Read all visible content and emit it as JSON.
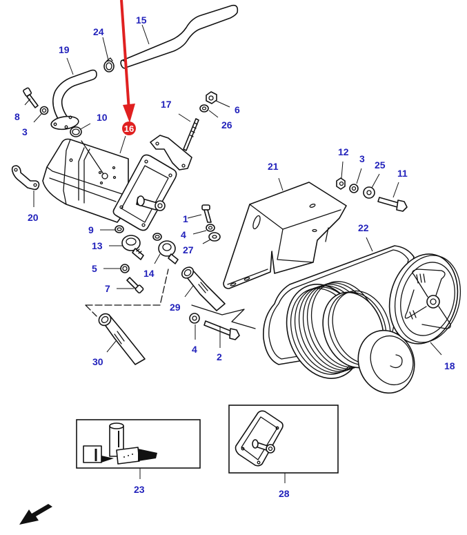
{
  "diagram": {
    "title": "Hydraulic pump assembly exploded view",
    "label_color": "#2222bb",
    "highlight_color": "#e02020",
    "highlighted_part": "16",
    "callouts": [
      {
        "id": "c1",
        "label": "1"
      },
      {
        "id": "c2",
        "label": "2"
      },
      {
        "id": "c3a",
        "label": "3"
      },
      {
        "id": "c3b",
        "label": "3"
      },
      {
        "id": "c4a",
        "label": "4"
      },
      {
        "id": "c4b",
        "label": "4"
      },
      {
        "id": "c5",
        "label": "5"
      },
      {
        "id": "c6",
        "label": "6"
      },
      {
        "id": "c7",
        "label": "7"
      },
      {
        "id": "c8",
        "label": "8"
      },
      {
        "id": "c9",
        "label": "9"
      },
      {
        "id": "c10",
        "label": "10"
      },
      {
        "id": "c11",
        "label": "11"
      },
      {
        "id": "c12",
        "label": "12"
      },
      {
        "id": "c13",
        "label": "13"
      },
      {
        "id": "c14",
        "label": "14"
      },
      {
        "id": "c15",
        "label": "15"
      },
      {
        "id": "c16",
        "label": "16"
      },
      {
        "id": "c17",
        "label": "17"
      },
      {
        "id": "c18",
        "label": "18"
      },
      {
        "id": "c19",
        "label": "19"
      },
      {
        "id": "c20",
        "label": "20"
      },
      {
        "id": "c21",
        "label": "21"
      },
      {
        "id": "c22",
        "label": "22"
      },
      {
        "id": "c23",
        "label": "23"
      },
      {
        "id": "c24",
        "label": "24"
      },
      {
        "id": "c25",
        "label": "25"
      },
      {
        "id": "c26",
        "label": "26"
      },
      {
        "id": "c27",
        "label": "27"
      },
      {
        "id": "c28",
        "label": "28"
      },
      {
        "id": "c29",
        "label": "29"
      },
      {
        "id": "c30",
        "label": "30"
      }
    ],
    "icons": {
      "direction_arrow": "arrow-down-left-icon",
      "pointer_arrow": "arrow-down-icon"
    }
  }
}
